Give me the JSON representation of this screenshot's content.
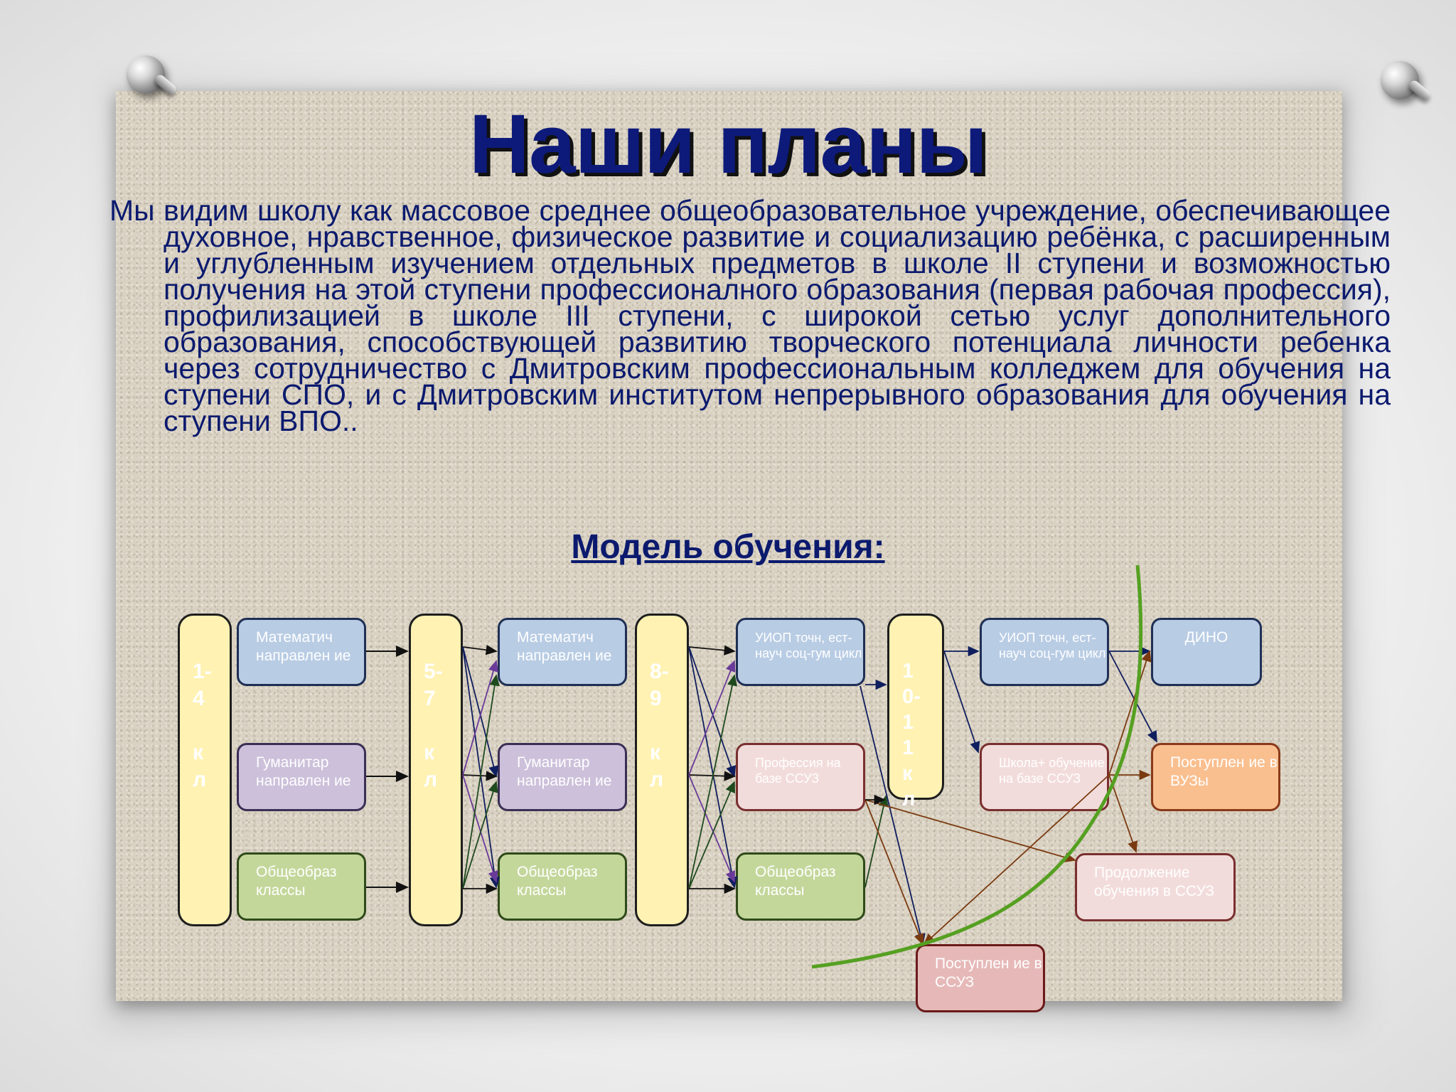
{
  "title": "Наши планы",
  "paragraph": "Мы видим школу как массовое среднее общеобразовательное учреждение, обеспечивающее духовное, нравственное, физическое развитие и социализацию ребёнка, с расширенным и углубленным изучением отдельных предметов в школе II ступени и возможностью получения на этой ступени профессионалного образования (первая рабочая профессия), профилизацией в школе III ступени, с широкой сетью услуг дополнительного образования, способствующей развитию творческого потенциала личности ребенка через сотрудничество с Дмитровским профессиональным колледжем для обучения на ступени СПО, и с Дмитровским институтом непрерывного образования для обучения на ступени ВПО..",
  "subtitle": "Модель обучения:",
  "columns": {
    "c1": "1-\n4\n\nк\nл",
    "c2": "5-\n7\n\nк\nл",
    "c3": "8-\n9\n\nк\nл",
    "c4": "1\n0-\n1\n1\nк\nл"
  },
  "nodes": {
    "math1": "Математич направлен ие",
    "hum1": "Гуманитар направлен ие",
    "gen1": "Общеобраз классы",
    "math2": "Математич направлен ие",
    "hum2": "Гуманитар направлен ие",
    "gen2": "Общеобраз классы",
    "uiop1": "УИОП точн, ест-науч соц-гум цикл",
    "prof": "Профессия на базе ССУЗ",
    "gen3": "Общеобраз классы",
    "uiop2": "УИОП точн, ест-науч соц-гум цикл",
    "school": "Школа+ обучение на базе ССУЗ",
    "dino": "ДИНО",
    "vuz": "Поступлен ие в ВУЗы",
    "cont": "Продолжение обучения в ССУЗ",
    "ssuz": "Поступлен ие в ССУЗ"
  },
  "colors": {
    "title": "#0d1a7a",
    "text": "#0b1a6e",
    "curve": "#55a021"
  }
}
